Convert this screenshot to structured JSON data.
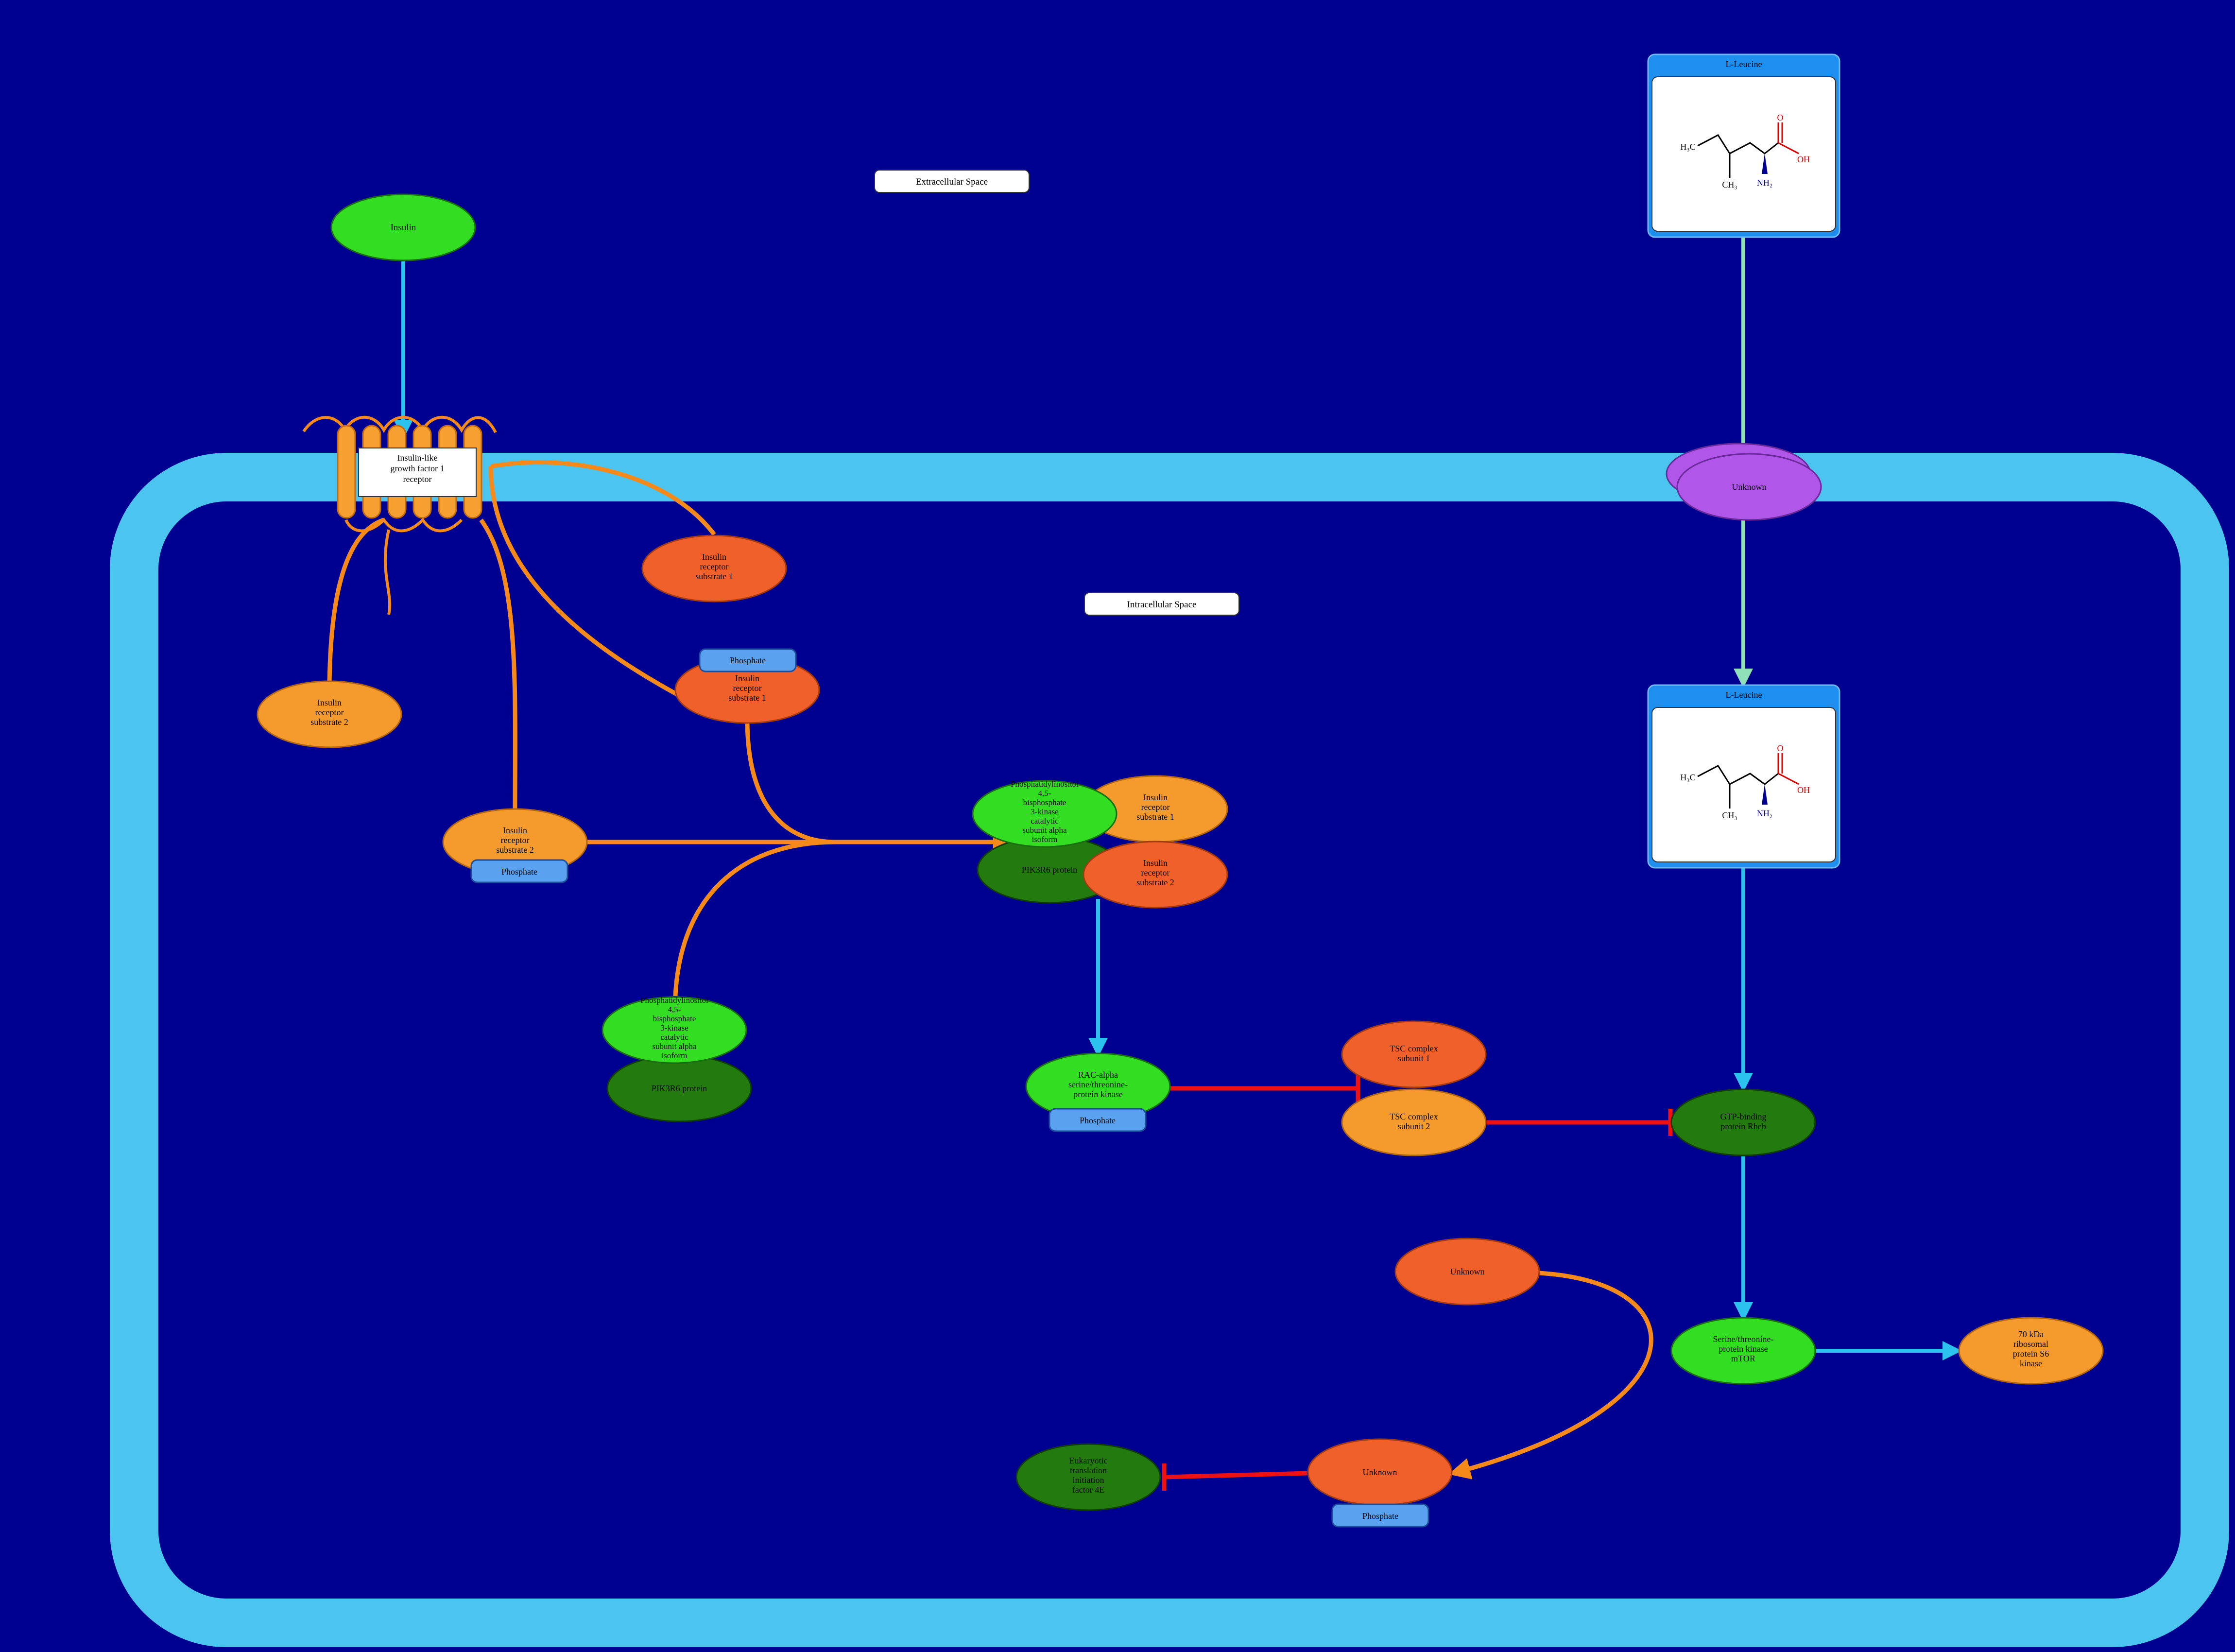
{
  "colors": {
    "background": "#000090",
    "membrane": "#4BC5F0",
    "node_green_light": "#33DD22",
    "node_green_dark": "#237A0F",
    "node_orange": "#F59A2C",
    "node_red_orange": "#F0602A",
    "node_purple": "#B057EA",
    "phosphate_blue": "#5AA2F0",
    "edge_orange": "#F58A1A",
    "edge_cyan": "#2BC3EE",
    "edge_mint": "#8EE0B8",
    "edge_red": "#EE1111"
  },
  "compartments": {
    "extracellular_label": "Extracellular Space",
    "intracellular_label": "Intracellular Space"
  },
  "nodes": {
    "insulin": "Insulin",
    "igf1r": [
      "Insulin-like",
      "growth factor 1",
      "receptor"
    ],
    "irs1_top": [
      "Insulin",
      "receptor",
      "substrate 1"
    ],
    "irs1_phos": [
      "Insulin",
      "receptor",
      "substrate 1"
    ],
    "irs2_left": [
      "Insulin",
      "receptor",
      "substrate 2"
    ],
    "irs2_phos": [
      "Insulin",
      "receptor",
      "substrate 2"
    ],
    "pi3k_a_cat": [
      "Phosphatidylinositol",
      "4,5-",
      "bisphosphate",
      "3-kinase",
      "catalytic",
      "subunit alpha",
      "isoform"
    ],
    "pi3k_a_reg": "PIK3R6 protein",
    "pi3k_b_cat": [
      "Phosphatidylinositol",
      "4,5-",
      "bisphosphate",
      "3-kinase",
      "catalytic",
      "subunit alpha",
      "isoform"
    ],
    "pi3k_b_reg": "PIK3R6 protein",
    "cplx_irs1": [
      "Insulin",
      "receptor",
      "substrate 1"
    ],
    "cplx_irs2": [
      "Insulin",
      "receptor",
      "substrate 2"
    ],
    "akt": [
      "RAC-alpha",
      "serine/threonine-",
      "protein kinase"
    ],
    "tsc1": [
      "TSC complex",
      "subunit 1"
    ],
    "tsc2": [
      "TSC complex",
      "subunit 2"
    ],
    "rheb": [
      "GTP-binding",
      "protein Rheb"
    ],
    "mtor": [
      "Serine/threonine-",
      "protein kinase",
      "mTOR"
    ],
    "s6k": [
      "70 kDa",
      "ribosomal",
      "protein S6",
      "kinase"
    ],
    "unknown_top": "Unknown",
    "unknown_mid": "Unknown",
    "unknown_low": "Unknown",
    "eif4e": [
      "Eukaryotic",
      "translation",
      "initiation",
      "factor 4E"
    ],
    "leucine_ext": "L-Leucine",
    "leucine_int": "L-Leucine",
    "phosphate": "Phosphate"
  },
  "molecule_labels": {
    "h3c": "H₃C",
    "ch3": "CH₃",
    "nh2": "NH₂",
    "o": "O",
    "oh": "OH"
  }
}
